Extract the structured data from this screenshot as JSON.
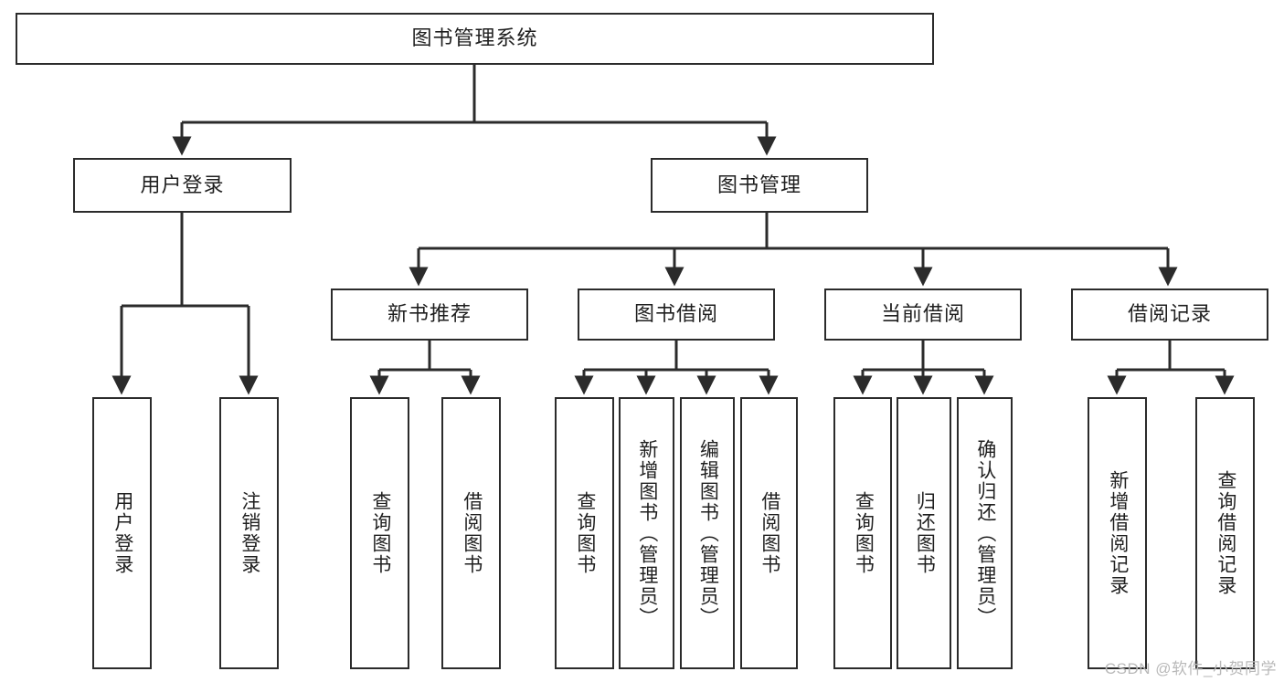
{
  "diagram": {
    "type": "tree-hierarchy",
    "title": "图书管理系统",
    "root": {
      "id": "root",
      "label": "图书管理系统"
    },
    "level1": [
      {
        "id": "user-login",
        "label": "用户登录"
      },
      {
        "id": "book-management",
        "label": "图书管理"
      }
    ],
    "level2": [
      {
        "id": "new-book-recommend",
        "label": "新书推荐",
        "parent": "book-management"
      },
      {
        "id": "book-borrow",
        "label": "图书借阅",
        "parent": "book-management"
      },
      {
        "id": "current-borrow",
        "label": "当前借阅",
        "parent": "book-management"
      },
      {
        "id": "borrow-record",
        "label": "借阅记录",
        "parent": "book-management"
      }
    ],
    "leaves": [
      {
        "id": "leaf-user-login",
        "label": "用户登录",
        "parent": "user-login"
      },
      {
        "id": "leaf-logout",
        "label": "注销登录",
        "parent": "user-login"
      },
      {
        "id": "leaf-query-book-1",
        "label": "查询图书",
        "parent": "new-book-recommend"
      },
      {
        "id": "leaf-borrow-book-1",
        "label": "借阅图书",
        "parent": "new-book-recommend"
      },
      {
        "id": "leaf-query-book-2",
        "label": "查询图书",
        "parent": "book-borrow"
      },
      {
        "id": "leaf-add-book",
        "label": "新增图书（管理员）",
        "parent": "book-borrow"
      },
      {
        "id": "leaf-edit-book",
        "label": "编辑图书（管理员）",
        "parent": "book-borrow"
      },
      {
        "id": "leaf-borrow-book-2",
        "label": "借阅图书",
        "parent": "book-borrow"
      },
      {
        "id": "leaf-query-book-3",
        "label": "查询图书",
        "parent": "current-borrow"
      },
      {
        "id": "leaf-return-book",
        "label": "归还图书",
        "parent": "current-borrow"
      },
      {
        "id": "leaf-confirm-return",
        "label": "确认归还（管理员）",
        "parent": "current-borrow"
      },
      {
        "id": "leaf-add-record",
        "label": "新增借阅记录",
        "parent": "borrow-record"
      },
      {
        "id": "leaf-query-record",
        "label": "查询借阅记录",
        "parent": "borrow-record"
      }
    ],
    "colors": {
      "stroke": "#2b2b2b",
      "fill": "#ffffff",
      "text": "#1f1f1f",
      "watermark": "#b9b9b9"
    }
  },
  "watermark": {
    "text": "CSDN @软件_小贺同学"
  }
}
